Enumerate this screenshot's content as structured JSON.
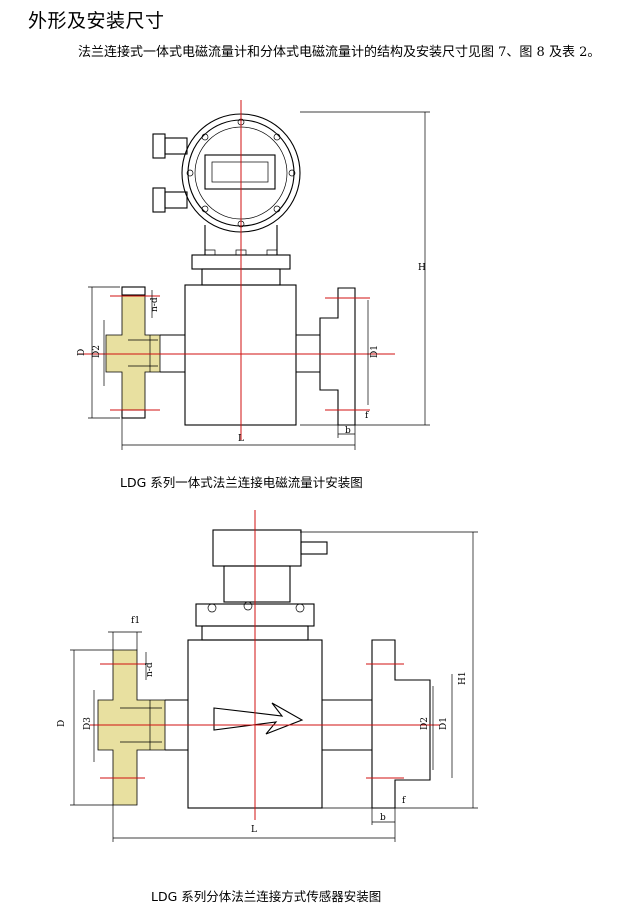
{
  "heading": "外形及安装尺寸",
  "paragraph": "法兰连接式一体式电磁流量计和分体式电磁流量计的结构及安装尺寸见图 7、图 8 及表 2。",
  "figure1": {
    "caption": "LDG 系列一体式法兰连接电磁流量计安装图",
    "labels": {
      "H": "H",
      "L": "L",
      "D": "D",
      "D2": "D2",
      "D1": "D1",
      "nd": "n-d",
      "b": "b",
      "f": "f"
    }
  },
  "figure2": {
    "caption": "LDG 系列分体法兰连接方式传感器安装图",
    "labels": {
      "H1": "H1",
      "L": "L",
      "D": "D",
      "D3": "D3",
      "D2": "D2",
      "D1": "D1",
      "nd": "n-d",
      "f1": "f1",
      "b": "b",
      "f": "f"
    }
  },
  "colors": {
    "centerline": "#d01010",
    "hatch": "#e8e0a0",
    "ink": "#000000"
  }
}
